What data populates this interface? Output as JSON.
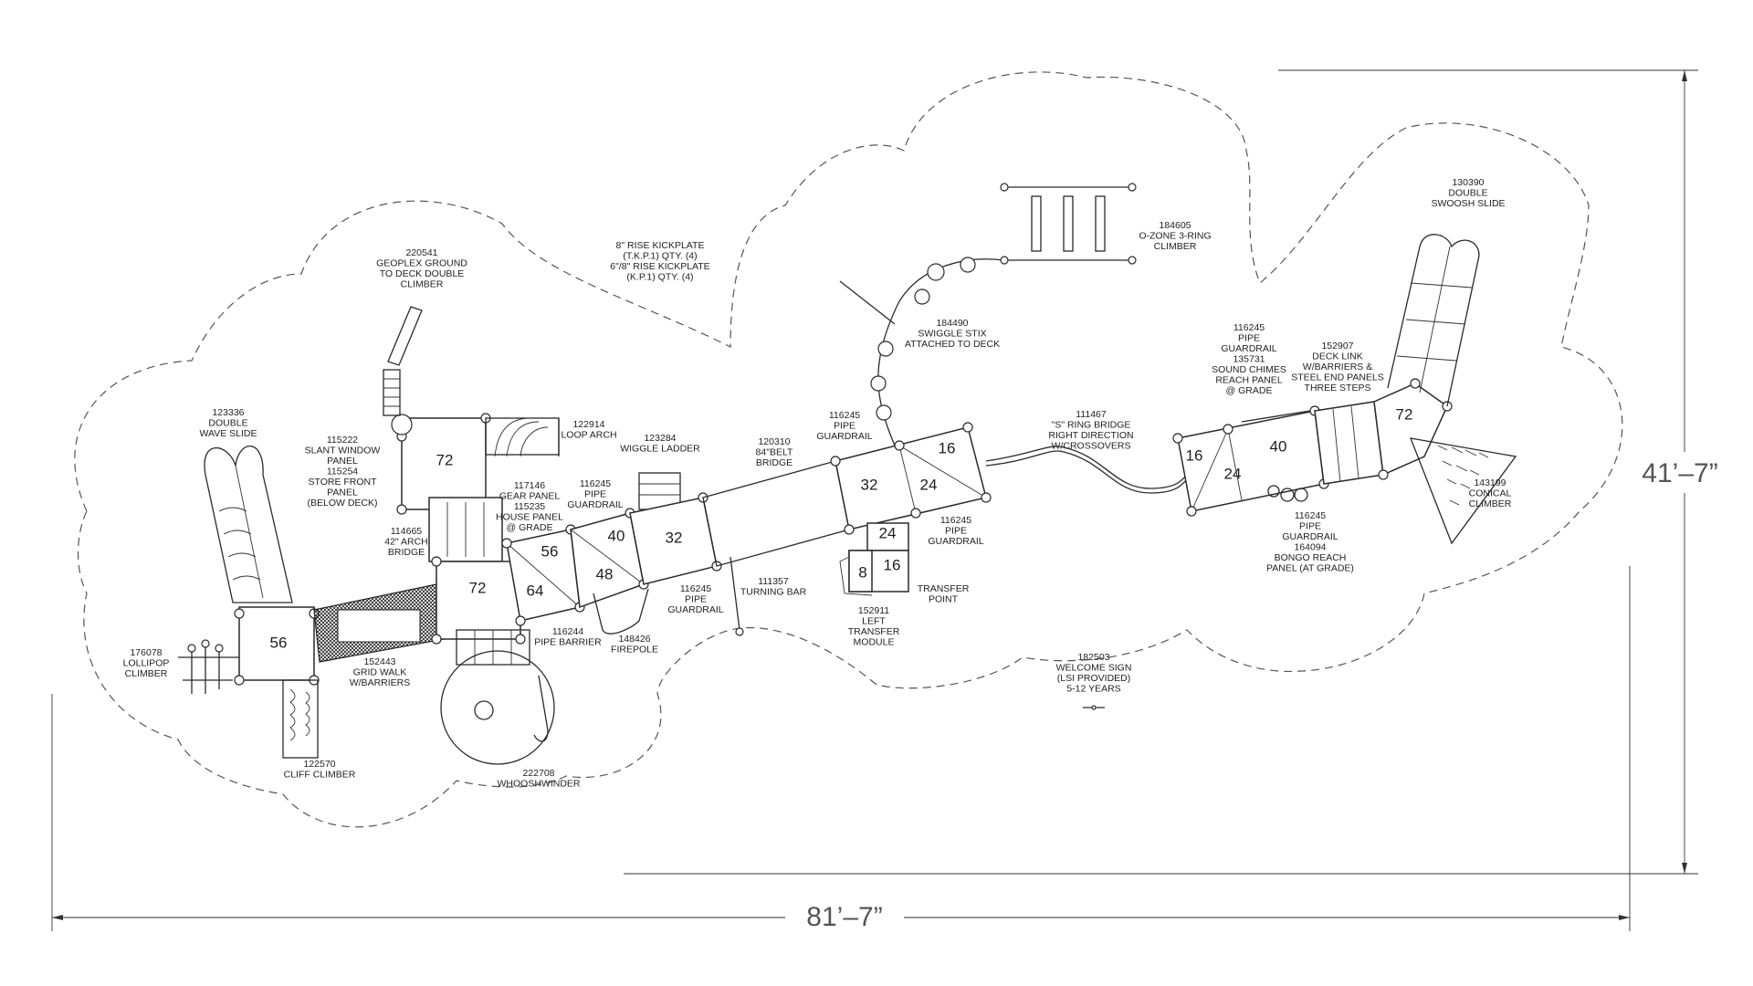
{
  "drawing": {
    "dimension_width": "81’–7”",
    "dimension_height": "41’–7”",
    "footer_note": "",
    "components": [
      {
        "id": "lollipop",
        "lines": [
          "176078",
          "LOLLIPOP",
          "CLIMBER"
        ]
      },
      {
        "id": "double-wave-slide",
        "lines": [
          "123336",
          "DOUBLE",
          "WAVE SLIDE"
        ]
      },
      {
        "id": "slant-window",
        "lines": [
          "115222",
          "SLANT WINDOW",
          "PANEL",
          "115254",
          "STORE FRONT",
          "PANEL",
          "(BELOW DECK)"
        ]
      },
      {
        "id": "arch-bridge",
        "lines": [
          "114665",
          "42\" ARCH",
          "BRIDGE"
        ]
      },
      {
        "id": "geoplex",
        "lines": [
          "220541",
          "GEOPLEX GROUND",
          "TO DECK DOUBLE",
          "CLIMBER"
        ]
      },
      {
        "id": "kickplate",
        "lines": [
          "8\" RISE KICKPLATE",
          "(T.K.P.1) QTY. (4)",
          "6\"/8\" RISE KICKPLATE",
          "(K.P.1) QTY. (4)"
        ]
      },
      {
        "id": "loop-arch",
        "lines": [
          "122914",
          "LOOP ARCH"
        ]
      },
      {
        "id": "gear-panel",
        "lines": [
          "117146",
          "GEAR PANEL",
          "115235",
          "HOUSE PANEL",
          "@ GRADE"
        ]
      },
      {
        "id": "pipe-guardrail-1",
        "lines": [
          "116245",
          "PIPE",
          "GUARDRAIL"
        ]
      },
      {
        "id": "wiggle-ladder",
        "lines": [
          "123284",
          "WIGGLE LADDER"
        ]
      },
      {
        "id": "belt-bridge",
        "lines": [
          "120310",
          "84\"BELT",
          "BRIDGE"
        ]
      },
      {
        "id": "pipe-guardrail-2",
        "lines": [
          "116245",
          "PIPE",
          "GUARDRAIL"
        ]
      },
      {
        "id": "swiggle-stix",
        "lines": [
          "184490",
          "SWIGGLE STIX",
          "ATTACHED TO DECK"
        ]
      },
      {
        "id": "ozone",
        "lines": [
          "184605",
          "O-ZONE 3-RING",
          "CLIMBER"
        ]
      },
      {
        "id": "s-ring-bridge",
        "lines": [
          "111467",
          "\"S\" RING BRIDGE",
          "RIGHT DIRECTION",
          "W/CROSSOVERS"
        ]
      },
      {
        "id": "pipe-guardrail-3",
        "lines": [
          "116245",
          "PIPE",
          "GUARDRAIL"
        ]
      },
      {
        "id": "pipe-guardrail-4",
        "lines": [
          "116245",
          "PIPE",
          "GUARDRAIL",
          "135731",
          "SOUND CHIMES",
          "REACH PANEL",
          "@ GRADE"
        ]
      },
      {
        "id": "deck-link",
        "lines": [
          "152907",
          "DECK LINK",
          "W/BARRIERS &",
          "STEEL END PANELS",
          "THREE STEPS"
        ]
      },
      {
        "id": "swoosh-slide",
        "lines": [
          "130390",
          "DOUBLE",
          "SWOOSH SLIDE"
        ]
      },
      {
        "id": "conical-climber",
        "lines": [
          "143199",
          "CONICAL",
          "CLIMBER"
        ]
      },
      {
        "id": "bongo",
        "lines": [
          "116245",
          "PIPE",
          "GUARDRAIL",
          "164094",
          "BONGO REACH",
          "PANEL (AT GRADE)"
        ]
      },
      {
        "id": "welcome-sign",
        "lines": [
          "182503",
          "WELCOME SIGN",
          "(LSI PROVIDED)",
          "5-12 YEARS"
        ]
      },
      {
        "id": "transfer-point",
        "lines": [
          "TRANSFER",
          "POINT"
        ]
      },
      {
        "id": "transfer-module",
        "lines": [
          "152911",
          "LEFT",
          "TRANSFER",
          "MODULE"
        ]
      },
      {
        "id": "turning-bar",
        "lines": [
          "111357",
          "TURNING BAR"
        ]
      },
      {
        "id": "pipe-guardrail-5",
        "lines": [
          "116245",
          "PIPE",
          "GUARDRAIL"
        ]
      },
      {
        "id": "firepole",
        "lines": [
          "148426",
          "FIREPOLE"
        ]
      },
      {
        "id": "pipe-barrier",
        "lines": [
          "116244",
          "PIPE BARRIER"
        ]
      },
      {
        "id": "grid-walk",
        "lines": [
          "152443",
          "GRID WALK",
          "W/BARRIERS"
        ]
      },
      {
        "id": "cliff-climber",
        "lines": [
          "122570",
          "CLIFF CLIMBER"
        ]
      },
      {
        "id": "whooshwinder",
        "lines": [
          "222708",
          "WHOOSHWINDER"
        ]
      }
    ],
    "deck_heights": [
      {
        "id": "d56a",
        "label": "56"
      },
      {
        "id": "d72a",
        "label": "72"
      },
      {
        "id": "d72b",
        "label": "72"
      },
      {
        "id": "d56b",
        "label": "56"
      },
      {
        "id": "d64",
        "label": "64"
      },
      {
        "id": "d48",
        "label": "48"
      },
      {
        "id": "d40a",
        "label": "40"
      },
      {
        "id": "d32a",
        "label": "32"
      },
      {
        "id": "d32b",
        "label": "32"
      },
      {
        "id": "d24a",
        "label": "24"
      },
      {
        "id": "d16a",
        "label": "16"
      },
      {
        "id": "d24b",
        "label": "24"
      },
      {
        "id": "d16b",
        "label": "16"
      },
      {
        "id": "d8",
        "label": "8"
      },
      {
        "id": "d16c",
        "label": "16"
      },
      {
        "id": "d24c",
        "label": "24"
      },
      {
        "id": "d40b",
        "label": "40"
      },
      {
        "id": "d72c",
        "label": "72"
      }
    ]
  }
}
